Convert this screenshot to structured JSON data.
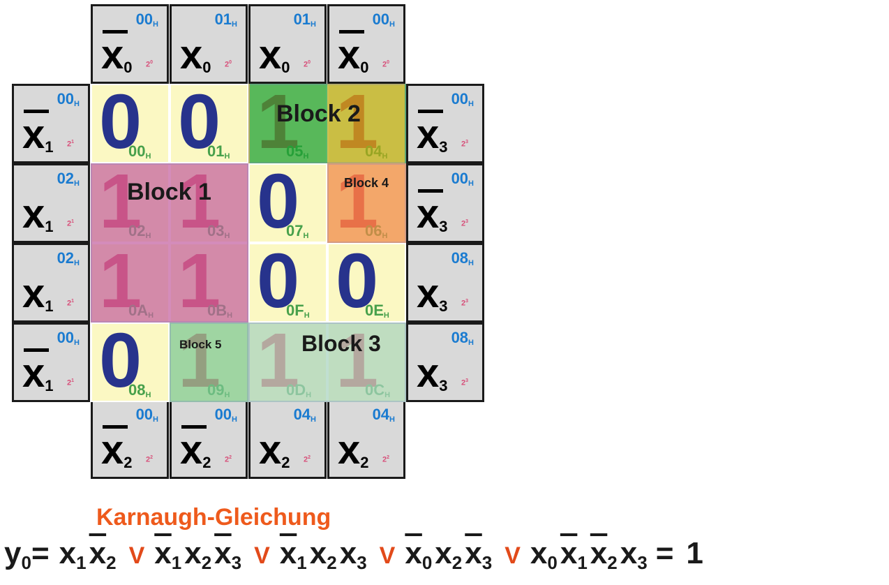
{
  "kmap": {
    "top_headers": [
      {
        "var": "x",
        "sub": "0",
        "neg": true,
        "hex": "00",
        "base": "H",
        "pow": "2",
        "exp": "0"
      },
      {
        "var": "x",
        "sub": "0",
        "neg": false,
        "hex": "01",
        "base": "H",
        "pow": "2",
        "exp": "0"
      },
      {
        "var": "x",
        "sub": "0",
        "neg": false,
        "hex": "01",
        "base": "H",
        "pow": "2",
        "exp": "0"
      },
      {
        "var": "x",
        "sub": "0",
        "neg": true,
        "hex": "00",
        "base": "H",
        "pow": "2",
        "exp": "0"
      }
    ],
    "left_headers": [
      {
        "var": "x",
        "sub": "1",
        "neg": true,
        "hex": "00",
        "base": "H",
        "pow": "2",
        "exp": "1"
      },
      {
        "var": "x",
        "sub": "1",
        "neg": false,
        "hex": "02",
        "base": "H",
        "pow": "2",
        "exp": "1"
      },
      {
        "var": "x",
        "sub": "1",
        "neg": false,
        "hex": "02",
        "base": "H",
        "pow": "2",
        "exp": "1"
      },
      {
        "var": "x",
        "sub": "1",
        "neg": true,
        "hex": "00",
        "base": "H",
        "pow": "2",
        "exp": "1"
      }
    ],
    "right_headers": [
      {
        "var": "x",
        "sub": "3",
        "neg": true,
        "hex": "00",
        "base": "H",
        "pow": "2",
        "exp": "3"
      },
      {
        "var": "x",
        "sub": "3",
        "neg": true,
        "hex": "00",
        "base": "H",
        "pow": "2",
        "exp": "3"
      },
      {
        "var": "x",
        "sub": "3",
        "neg": false,
        "hex": "08",
        "base": "H",
        "pow": "2",
        "exp": "3"
      },
      {
        "var": "x",
        "sub": "3",
        "neg": false,
        "hex": "08",
        "base": "H",
        "pow": "2",
        "exp": "3"
      }
    ],
    "bottom_headers": [
      {
        "var": "x",
        "sub": "2",
        "neg": true,
        "hex": "00",
        "base": "H",
        "pow": "2",
        "exp": "2"
      },
      {
        "var": "x",
        "sub": "2",
        "neg": true,
        "hex": "00",
        "base": "H",
        "pow": "2",
        "exp": "2"
      },
      {
        "var": "x",
        "sub": "2",
        "neg": false,
        "hex": "04",
        "base": "H",
        "pow": "2",
        "exp": "2"
      },
      {
        "var": "x",
        "sub": "2",
        "neg": false,
        "hex": "04",
        "base": "H",
        "pow": "2",
        "exp": "2"
      }
    ],
    "cells": [
      [
        {
          "v": "0",
          "idx": "00"
        },
        {
          "v": "0",
          "idx": "01"
        },
        {
          "v": "1",
          "idx": "05"
        },
        {
          "v": "1",
          "idx": "04"
        }
      ],
      [
        {
          "v": "1",
          "idx": "02"
        },
        {
          "v": "1",
          "idx": "03"
        },
        {
          "v": "0",
          "idx": "07"
        },
        {
          "v": "1",
          "idx": "06"
        }
      ],
      [
        {
          "v": "1",
          "idx": "0A"
        },
        {
          "v": "1",
          "idx": "0B"
        },
        {
          "v": "0",
          "idx": "0F"
        },
        {
          "v": "0",
          "idx": "0E"
        }
      ],
      [
        {
          "v": "0",
          "idx": "08"
        },
        {
          "v": "1",
          "idx": "09"
        },
        {
          "v": "1",
          "idx": "0D"
        },
        {
          "v": "1",
          "idx": "0C"
        }
      ]
    ],
    "index_suffix": "H",
    "blocks": [
      {
        "label": "Block 1",
        "color": "#c460a0"
      },
      {
        "label": "Block 2",
        "color": "#1aa032"
      },
      {
        "label": "Block 3",
        "color": "#a8d4c0"
      },
      {
        "label": "Block 4",
        "color": "#f08848"
      },
      {
        "label": "Block 5",
        "color": "#7cc896"
      }
    ],
    "colors": {
      "zero": "#27338c",
      "one": "#d6374a",
      "header_bg": "#d9d9d9",
      "cell_bg": "#fbf8c3",
      "hex": "#1a7bd0",
      "index": "#47a04b"
    }
  },
  "equation": {
    "title": "Karnaugh-Gleichung",
    "lhs": "y",
    "lhs_sub": "0",
    "eq_sign": "=",
    "or_symbol": "V",
    "terms": [
      [
        {
          "v": "x",
          "s": "1",
          "neg": false
        },
        {
          "v": "x",
          "s": "2",
          "neg": true
        }
      ],
      [
        {
          "v": "x",
          "s": "1",
          "neg": true
        },
        {
          "v": "x",
          "s": "2",
          "neg": false
        },
        {
          "v": "x",
          "s": "3",
          "neg": true
        }
      ],
      [
        {
          "v": "x",
          "s": "1",
          "neg": true
        },
        {
          "v": "x",
          "s": "2",
          "neg": false
        },
        {
          "v": "x",
          "s": "3",
          "neg": false
        }
      ],
      [
        {
          "v": "x",
          "s": "0",
          "neg": true
        },
        {
          "v": "x",
          "s": "2",
          "neg": false
        },
        {
          "v": "x",
          "s": "3",
          "neg": true
        }
      ],
      [
        {
          "v": "x",
          "s": "0",
          "neg": false
        },
        {
          "v": "x",
          "s": "1",
          "neg": true
        },
        {
          "v": "x",
          "s": "2",
          "neg": true
        },
        {
          "v": "x",
          "s": "3",
          "neg": false
        }
      ]
    ],
    "rhs": "1",
    "or_color": "#e24a1a"
  }
}
